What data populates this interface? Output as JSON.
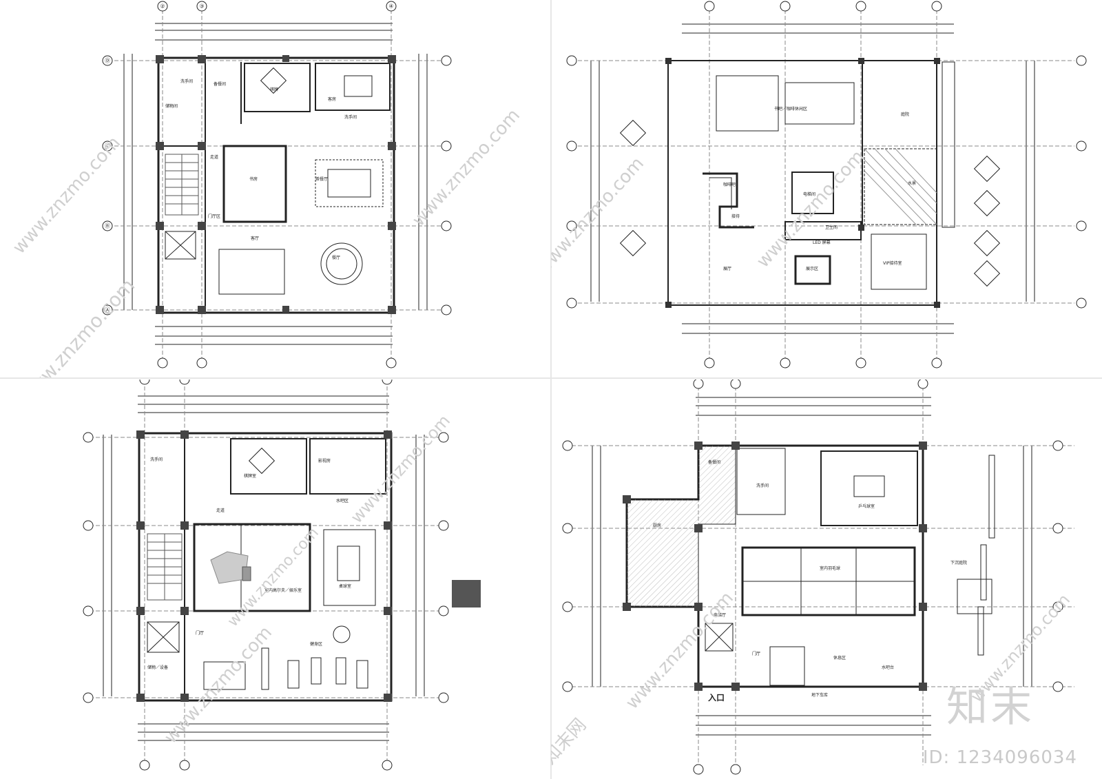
{
  "grid": {
    "cols": [
      "②",
      "③",
      "④"
    ],
    "rows": [
      "Ⓓ",
      "Ⓒ",
      "Ⓑ",
      "Ⓐ"
    ]
  },
  "plans": {
    "p1": {
      "rooms": {
        "r1": "洗手间",
        "r2": "储物间",
        "r3": "备餐间",
        "r4": "棋牌",
        "r5": "客房",
        "r6": "洗手间",
        "r7": "走道",
        "r8": "书房",
        "r9": "茶餐厅",
        "r10": "门厅区",
        "r11": "客厅",
        "r12": "餐厅"
      }
    },
    "p2": {
      "rooms": {
        "r1": "书吧／咖啡休闲区",
        "r2": "庭院",
        "r3": "咖啡吧",
        "r4": "接待",
        "r5": "电梯间",
        "r6": "卫生间",
        "r7": "水景",
        "r8": "LED 屏幕",
        "r9": "展示区",
        "r10": "VIP接待室",
        "r11": "展厅"
      }
    },
    "p3": {
      "rooms": {
        "r1": "洗手间",
        "r2": "棋牌室",
        "r3": "影视房",
        "r4": "水吧区",
        "r5": "走道",
        "r6": "室内高尔夫／娱乐室",
        "r7": "桌球室",
        "r8": "门厅",
        "r9": "健身区",
        "r10": "储物／设备"
      }
    },
    "p4": {
      "rooms": {
        "r1": "备餐间",
        "r2": "洗手间",
        "r3": "乒乓球室",
        "r4": "厨房",
        "r5": "室内羽毛球",
        "r6": "下沉庭院",
        "r7": "电梯厅",
        "r8": "门厅",
        "r9": "休息区",
        "r10": "水吧台",
        "r11": "地下车库"
      },
      "entrance": "入口"
    }
  },
  "watermark": {
    "site": "www.znzmo.com",
    "brand": "知末网",
    "logo": "知末",
    "id": "ID: 1234096034"
  },
  "colors": {
    "line": "#222222",
    "column": "#444444",
    "hatch": "#bbbbbb",
    "watermark": "#cfcfcf",
    "swatch": "#555555"
  }
}
